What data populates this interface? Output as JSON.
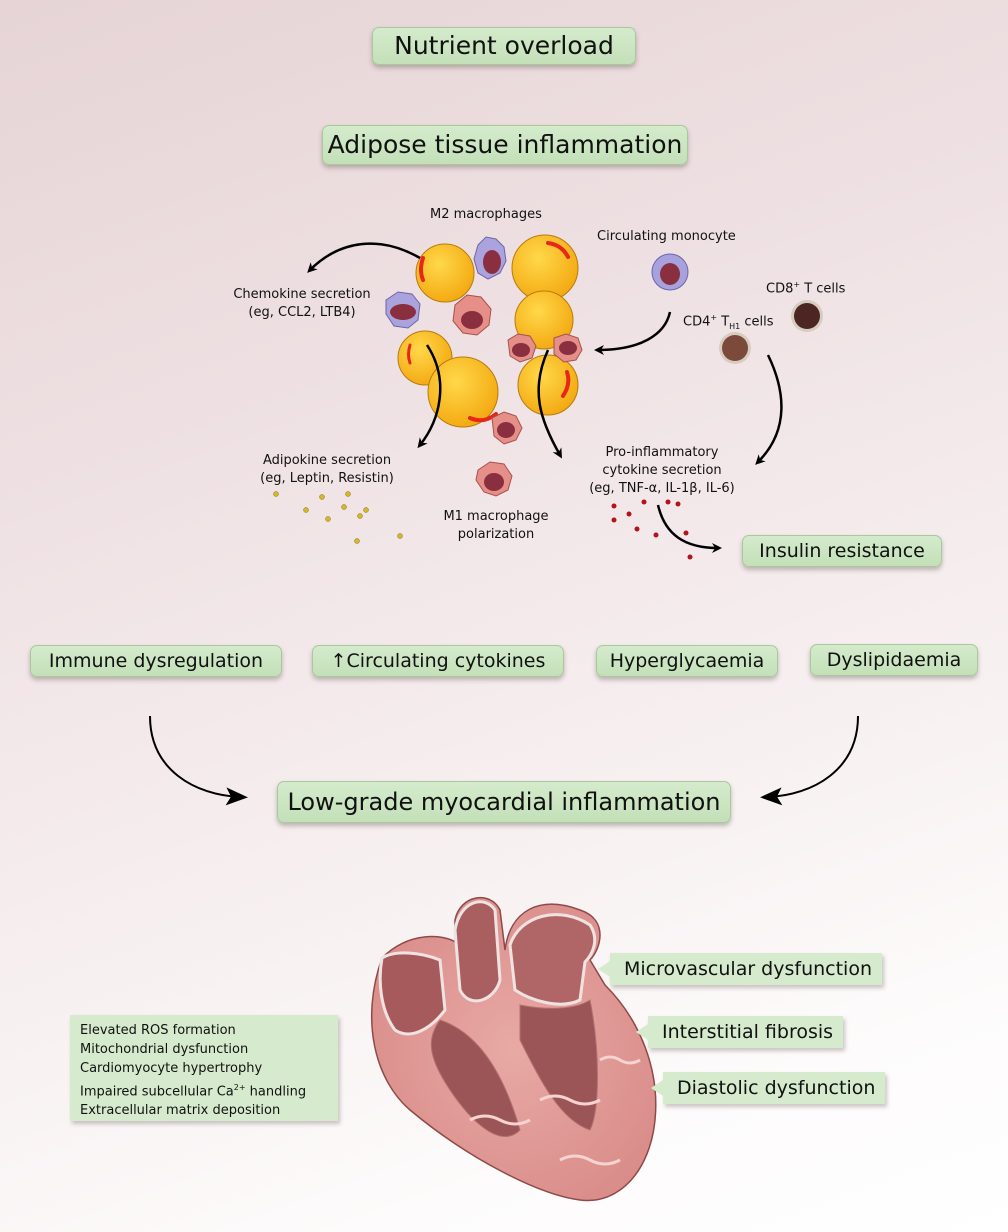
{
  "title": "Nutrient overload",
  "section_adipose": {
    "title": "Adipose tissue inflammation",
    "labels": {
      "m2_macrophages": "M2 macrophages",
      "chemokine_line1": "Chemokine secretion",
      "chemokine_line2": "(eg, CCL2, LTB4)",
      "circulating_monocyte": "Circulating monocyte",
      "cd8": "CD8",
      "cd8_sup": "+",
      "cd8_rest": " T cells",
      "cd4": "CD4",
      "cd4_sup": "+",
      "cd4_t": " T",
      "cd4_sub": "H1",
      "cd4_rest": " cells",
      "adipokine_line1": "Adipokine secretion",
      "adipokine_line2": "(eg, Leptin, Resistin)",
      "m1_line1": "M1 macrophage",
      "m1_line2": "polarization",
      "proinf_line1": "Pro-inflammatory",
      "proinf_line2": "cytokine secretion",
      "proinf_line3": "(eg, TNF-α, IL-1β, IL-6)"
    },
    "insulin_resistance": "Insulin resistance"
  },
  "consequences": [
    {
      "label": "Immune dysregulation",
      "prefix": ""
    },
    {
      "label": "Circulating cytokines",
      "prefix": "↑"
    },
    {
      "label": "Hyperglycaemia",
      "prefix": ""
    },
    {
      "label": "Dyslipidaemia",
      "prefix": ""
    }
  ],
  "myocardial": "Low-grade myocardial inflammation",
  "heart": {
    "cellular_effects": [
      "Elevated ROS formation",
      "Mitochondrial dysfunction",
      "Cardiomyocyte hypertrophy",
      "Impaired subcellular Ca",
      "Extracellular matrix deposition"
    ],
    "ca_sup": "2+",
    "ca_rest": " handling",
    "outcomes": [
      "Microvascular dysfunction",
      "Interstitial fibrosis",
      "Diastolic dysfunction"
    ]
  },
  "colors": {
    "box_green": "#c8e4bd",
    "adipocyte": "#f7b51c",
    "m2_macrophage": "#a9a3dc",
    "m1_macrophage": "#e58d86",
    "heart_muscle": "#d9918f",
    "arrow": "#000000"
  }
}
